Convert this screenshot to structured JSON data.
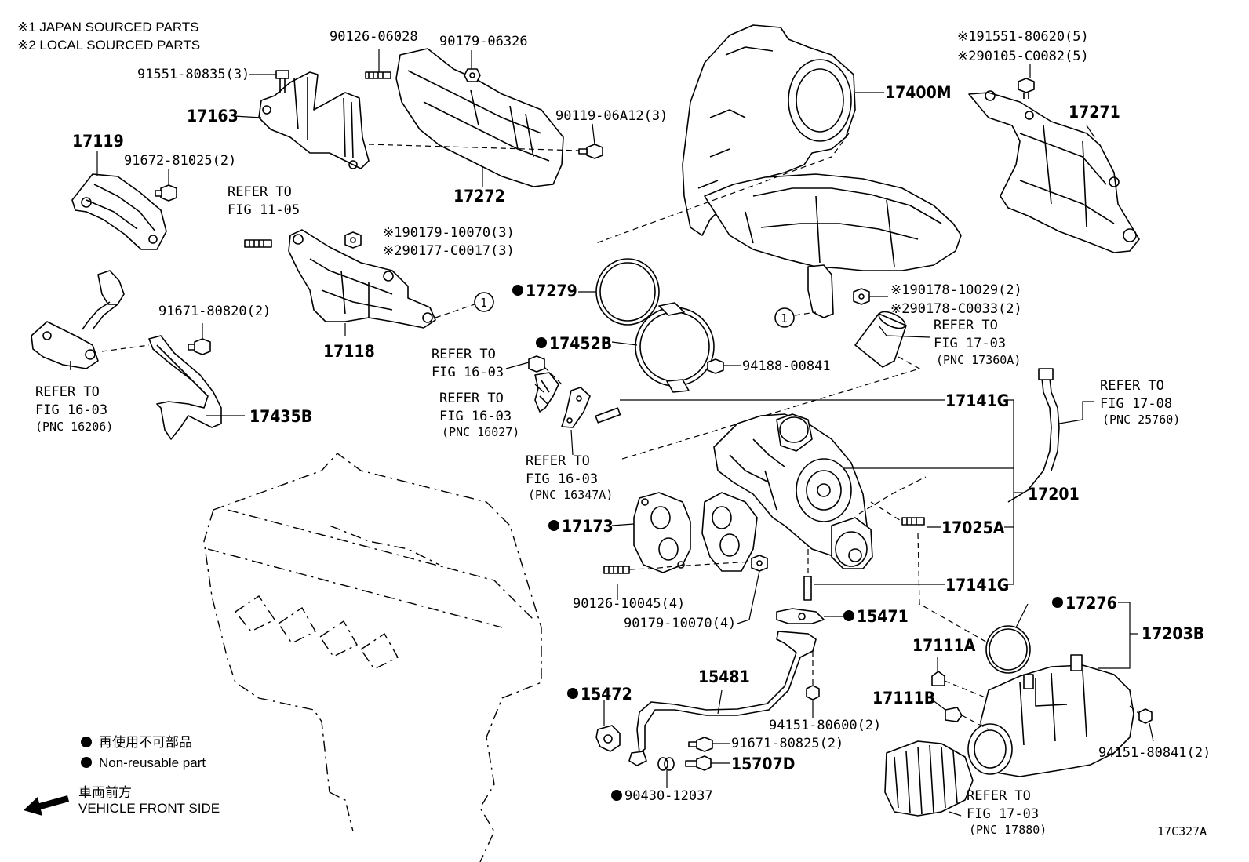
{
  "notes": {
    "japan": "※1 JAPAN SOURCED PARTS",
    "local": "※2 LOCAL SOURCED PARTS"
  },
  "legend": {
    "nonreusable_jp": "再使用不可部品",
    "nonreusable_en": "Non-reusable part",
    "front_jp": "車両前方",
    "front_en": "VEHICLE FRONT SIDE"
  },
  "diagram_code": "17C327A",
  "circle_marker": "1",
  "refer": {
    "r1105_a": "REFER TO",
    "r1105_b": "FIG 11-05",
    "r1603a_a": "REFER TO",
    "r1603a_b": "FIG 16-03",
    "r1603a_c": "(PNC 16206)",
    "r1603b_a": "REFER TO",
    "r1603b_b": "FIG 16-03",
    "r1603c_a": "REFER TO",
    "r1603c_b": "FIG 16-03",
    "r1603c_c": "(PNC 16027)",
    "r1603d_a": "REFER TO",
    "r1603d_b": "FIG 16-03",
    "r1603d_c": "(PNC 16347A)",
    "r1703a_a": "REFER TO",
    "r1703a_b": "FIG 17-03",
    "r1703a_c": "(PNC 17360A)",
    "r1708_a": "REFER TO",
    "r1708_b": "FIG 17-08",
    "r1708_c": "(PNC 25760)",
    "r1703b_a": "REFER TO",
    "r1703b_b": "FIG 17-03",
    "r1703b_c": "(PNC 17880)"
  },
  "parts": {
    "p90126_06028": "90126-06028",
    "p90179_06326": "90179-06326",
    "p91551_80835": "91551-80835(3)",
    "p17163": "17163",
    "p90119_06A12": "90119-06A12(3)",
    "p17119": "17119",
    "p91672_81025": "91672-81025(2)",
    "p17272": "17272",
    "p90179_10070_3": "※190179-10070(3)",
    "p90177_C0017": "※290177-C0017(3)",
    "p91671_80820": "91671-80820(2)",
    "p17118": "17118",
    "p17435B": "17435B",
    "p17400M": "17400M",
    "p91551_80620": "※191551-80620(5)",
    "p90105_C0082": "※290105-C0082(5)",
    "p17271": "17271",
    "p17279": "17279",
    "p17452B": "17452B",
    "p94188_00841": "94188-00841",
    "p90178_10029": "※190178-10029(2)",
    "p90178_C0033": "※290178-C0033(2)",
    "p17141G_a": "17141G",
    "p17201": "17201",
    "p17025A": "17025A",
    "p17173": "17173",
    "p17141G_b": "17141G",
    "p90126_10045": "90126-10045(4)",
    "p90179_10070_4": "90179-10070(4)",
    "p15471": "15471",
    "p17276": "17276",
    "p17203B": "17203B",
    "p17111A": "17111A",
    "p17111B": "17111B",
    "p15481": "15481",
    "p15472": "15472",
    "p94151_80600": "94151-80600(2)",
    "p91671_80825": "91671-80825(2)",
    "p15707D": "15707D",
    "p90430_12037": "90430-12037",
    "p94151_80841": "94151-80841(2)"
  }
}
